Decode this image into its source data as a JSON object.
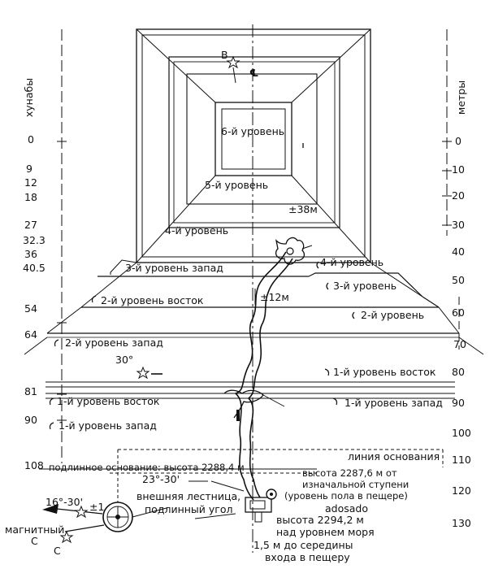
{
  "axes": {
    "left_title": "хунабы",
    "right_title": "метры",
    "left_ticks": [
      "0",
      "9",
      "12",
      "18",
      "27",
      "32.3",
      "36",
      "40.5",
      "54",
      "64",
      "81",
      "90",
      "108"
    ],
    "right_ticks": [
      "0",
      "10",
      "20",
      "30",
      "40",
      "50",
      "60",
      "70",
      "80",
      "90",
      "100",
      "110",
      "120",
      "130"
    ]
  },
  "levels": {
    "l6": "6-й уровень",
    "l5": "5-й уровень",
    "l4": "4-й уровень",
    "l3w": "3-й уровень запад",
    "l2e": "2-й уровень восток",
    "l2w": "2-й уровень запад",
    "l4r": "4-й уровень",
    "l3r": "3-й уровень",
    "l2r": "2-й уровень",
    "l1e_r": "1-й уровень восток",
    "l1w_r": "1-й уровень запад",
    "l1e_l": "1-й уровень восток",
    "l1w_l": "1-й уровень запад"
  },
  "annotations": {
    "point_b": "B",
    "center_mark": "℄",
    "height38": "±38м",
    "height12": "±12м",
    "angle30": "30°",
    "baseline": "линия основания",
    "orig_base": "подлинное основание: высота 2288,4 м",
    "angle23": "23°-30'",
    "ext_stair_1": "внешняя лестница,",
    "ext_stair_2": "подлинный угол",
    "h2287_1": "высота 2287,6 м от",
    "h2287_2": "изначальной ступени",
    "h2287_3": "(уровень пола в пещере)",
    "adosado": "adosado",
    "h2294_1": "высота 2294,2 м",
    "h2294_2": "над уровнем моря",
    "cave_1": "1,5 м до середины",
    "cave_2": "входа в пещеру",
    "compass_angle": "16°-30'",
    "pm1": "±1",
    "magnetic": "магнитный",
    "north1": "С",
    "north2": "С"
  }
}
